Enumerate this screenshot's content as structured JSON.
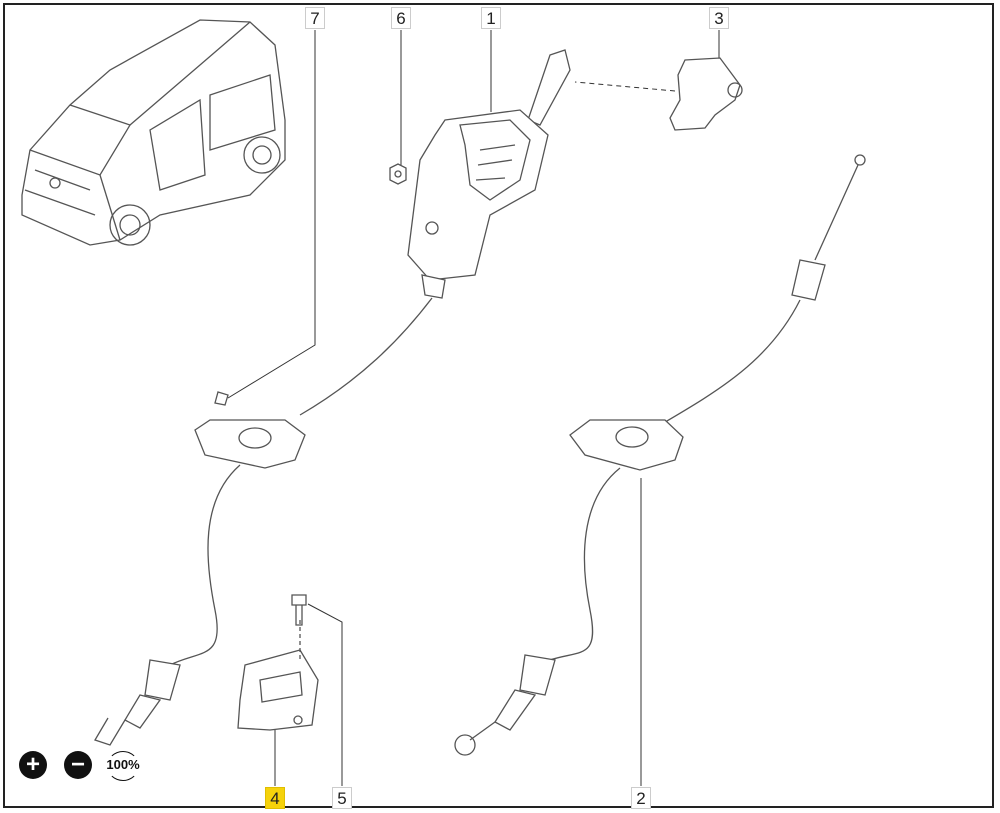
{
  "callouts": [
    {
      "id": "7",
      "label": "7",
      "active": false
    },
    {
      "id": "6",
      "label": "6",
      "active": false
    },
    {
      "id": "1",
      "label": "1",
      "active": false
    },
    {
      "id": "3",
      "label": "3",
      "active": false
    },
    {
      "id": "4",
      "label": "4",
      "active": true
    },
    {
      "id": "5",
      "label": "5",
      "active": false
    },
    {
      "id": "2",
      "label": "2",
      "active": false
    }
  ],
  "zoom": {
    "in_icon": "plus-icon",
    "out_icon": "minus-icon",
    "reset_label": "100%"
  },
  "colors": {
    "highlight": "#f5d20c",
    "stroke": "#555555"
  }
}
